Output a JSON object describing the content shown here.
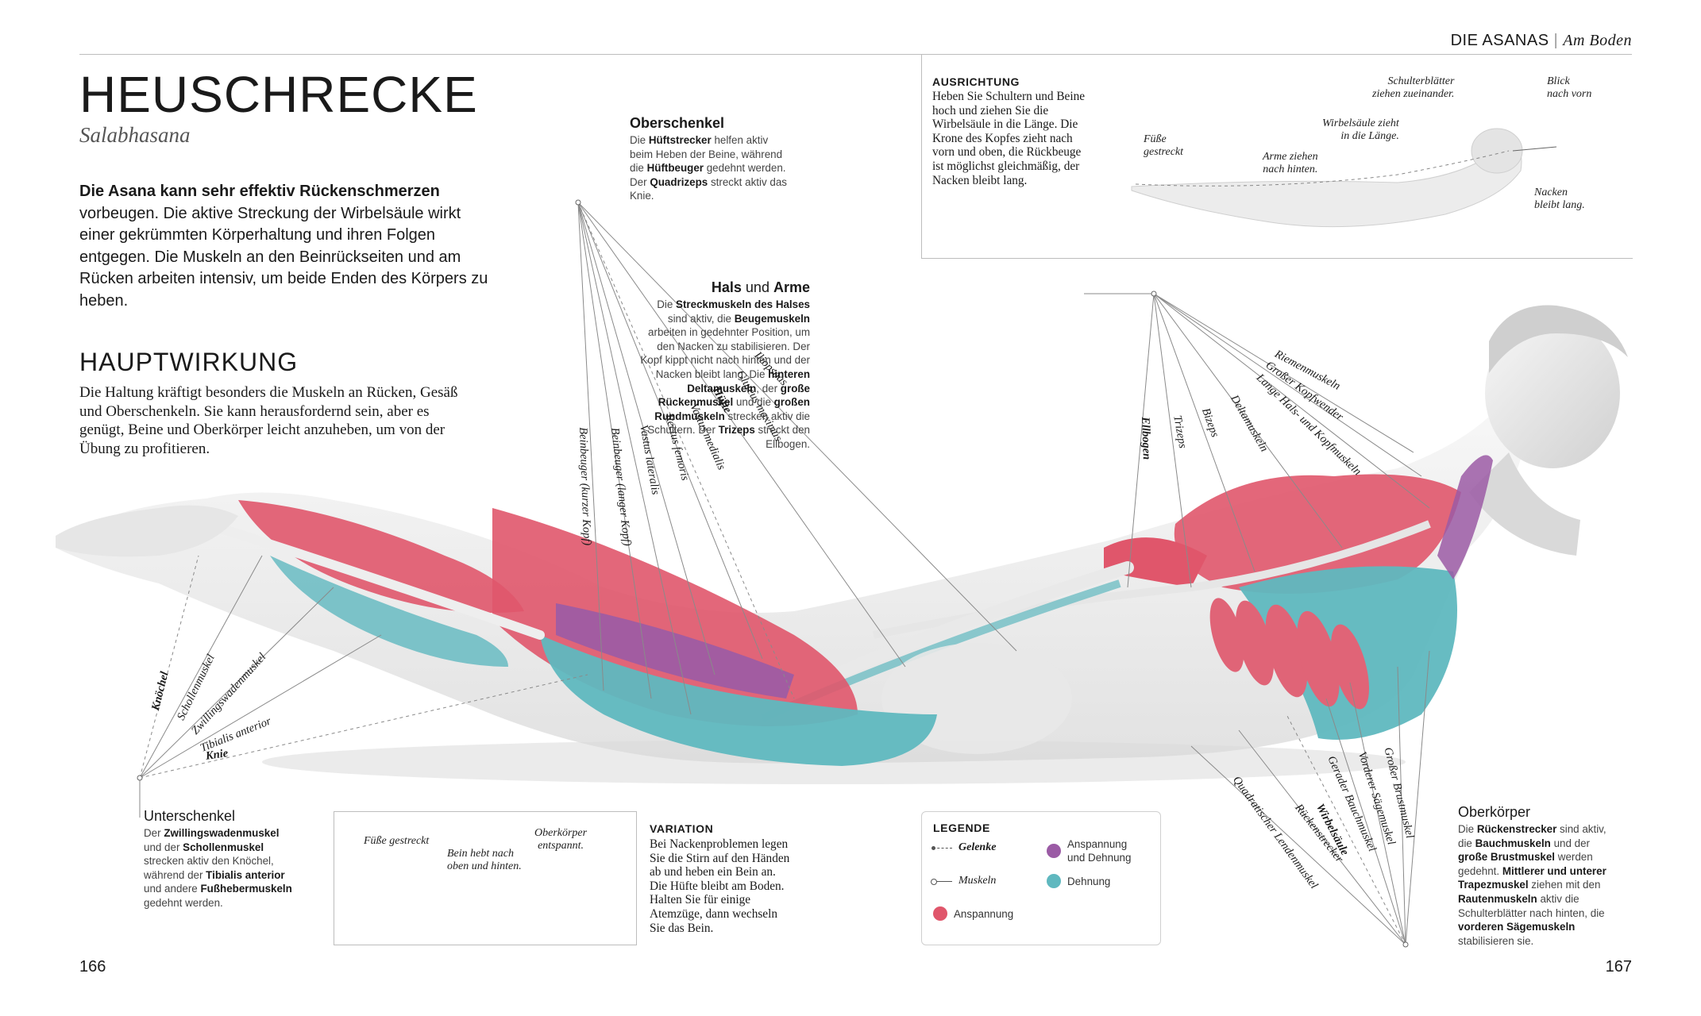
{
  "header": {
    "section": "DIE ASANAS",
    "section_sub": "Am Boden"
  },
  "title": "HEUSCHRECKE",
  "subtitle": "Salabhasana",
  "intro": {
    "bold": "Die Asana kann sehr effektiv Rückenschmerzen",
    "rest": "vorbeugen. Die aktive Streckung der Wirbelsäule wirkt einer gekrümmten Körperhaltung und ihren Folgen entgegen. Die Muskeln an den Beinrückseiten und am Rücken arbeiten intensiv, um beide Enden des Körpers zu heben."
  },
  "effect": {
    "heading": "HAUPTWIRKUNG",
    "text": "Die Haltung kräftigt besonders die Muskeln an Rücken, Gesäß und Oberschenkeln. Sie kann herausfordernd sein, aber es genügt, Beine und Oberkörper leicht anzuheben, um von der Übung zu profitieren."
  },
  "oberschenkel": {
    "heading": "Oberschenkel",
    "t1": "Die ",
    "b1": "Hüftstrecker",
    "t2": " helfen aktiv beim Heben der Beine, während die ",
    "b2": "Hüftbeuger",
    "t3": " gedehnt werden. Der ",
    "b3": "Quadrizeps",
    "t4": " streckt aktiv das Knie."
  },
  "hals_arme": {
    "heading_a": "Hals",
    "heading_mid": " und ",
    "heading_b": "Arme",
    "t1": "Die ",
    "b1": "Streckmuskeln des Halses",
    "t2": " sind aktiv, die ",
    "b2": "Beugemuskeln",
    "t3": " arbeiten in gedehnter Position, um den Nacken zu stabilisieren. Der Kopf kippt nicht nach hinten und der Nacken bleibt lang. Die ",
    "b3": "hinteren Deltamuskeln",
    "t4": ", der ",
    "b4": "große Rückenmuskel",
    "t5": " und die ",
    "b5": "großen Rundmuskeln",
    "t6": " strecken aktiv die Schultern. Der ",
    "b6": "Trizeps",
    "t7": " streckt den Ellbogen."
  },
  "unterschenkel": {
    "heading": "Unterschenkel",
    "t1": "Der ",
    "b1": "Zwillingswadenmuskel",
    "t2": " und der ",
    "b2": "Schollenmuskel",
    "t3": " strecken aktiv den Knöchel, während der ",
    "b3": "Tibialis anterior",
    "t4": " und andere ",
    "b4": "Fußhebermuskeln",
    "t5": " gedehnt werden."
  },
  "oberkoerper": {
    "heading": "Oberkörper",
    "t1": "Die ",
    "b1": "Rückenstrecker",
    "t2": " sind aktiv, die ",
    "b2": "Bauchmuskeln",
    "t3": " und der ",
    "b3": "große Brustmuskel",
    "t4": " werden gedehnt. ",
    "b4": "Mittlerer und unterer Trapezmuskel",
    "t5": " ziehen mit den ",
    "b5": "Rautenmuskeln",
    "t6": " aktiv die Schulterblätter nach hinten, die ",
    "b6": "vorderen Sägemuskeln",
    "t7": " stabilisieren sie."
  },
  "ausrichtung": {
    "heading": "AUSRICHTUNG",
    "text": "Heben Sie Schultern und Beine hoch und ziehen Sie die Wirbelsäule in die Länge. Die Krone des Kopfes zieht nach vorn und oben, die Rückbeuge ist möglichst gleichmäßig, der Nacken bleibt lang.",
    "labels": {
      "fuesse": [
        "Füße",
        "gestreckt"
      ],
      "arme": [
        "Arme ziehen",
        "nach hinten."
      ],
      "wirbel": [
        "Wirbelsäule zieht",
        "in die Länge."
      ],
      "schulter": [
        "Schulterblätter",
        "ziehen zueinander."
      ],
      "blick": [
        "Blick",
        "nach vorn"
      ],
      "nacken": [
        "Nacken",
        "bleibt lang."
      ]
    }
  },
  "variation": {
    "heading": "VARIATION",
    "text": "Bei Nackenproblemen legen Sie die Stirn auf den Händen ab und heben ein Bein an. Die Hüfte bleibt am Boden. Halten Sie für einige Atemzüge, dann wechseln Sie das Bein.",
    "labels": {
      "fuesse": "Füße gestreckt",
      "bein": [
        "Bein hebt nach",
        "oben und hinten."
      ],
      "oberkoerper": [
        "Oberkörper",
        "entspannt."
      ]
    }
  },
  "legend": {
    "heading": "LEGENDE",
    "gelenke": "Gelenke",
    "muskeln": "Muskeln",
    "anspannung": "Anspannung",
    "anspannung_dehnung": [
      "Anspannung",
      "und Dehnung"
    ],
    "dehnung": "Dehnung",
    "colors": {
      "tension": "#e0566b",
      "both": "#9b5ba5",
      "stretch": "#5fb8bf"
    }
  },
  "muscle_labels": {
    "iliopsoas": "Iliopsoas",
    "gluteus": "Gluteus maximus",
    "huefte": "Hüfte",
    "vastus_medialis": "Vastus medialis",
    "rectus": "Rectus femoris",
    "vastus_lateralis": "Vastus lateralis",
    "beinbeuger_lang": "Beinbeuger (langer Kopf)",
    "beinbeuger_kurz": "Beinbeuger (kurzer Kopf)",
    "knoechel": "Knöchel",
    "schollenmuskel": "Schollenmuskel",
    "zwillingswadenmuskel": "Zwillingswadenmuskel",
    "tibialis": "Tibialis anterior",
    "knie": "Knie",
    "ellbogen": "Ellbogen",
    "trizeps": "Trizeps",
    "bizeps": "Bizeps",
    "deltamuskeln": "Deltamuskeln",
    "lange_hals": "Lange Hals- und Kopfmuskeln",
    "kopfwender": "Großer Kopfwender",
    "riemenmuskeln": "Riemenmuskeln",
    "grosser_brustmuskel": "Großer Brustmuskel",
    "vorderer_saege": "Vorderer Sägemuskel",
    "gerader_bauch": "Gerader Bauchmuskel",
    "wirbelsaeule": "Wirbelsäule",
    "rueckenstrecker": "Rückenstrecker",
    "quadratischer": "Quadratischer Lendenmuskel"
  },
  "pages": {
    "left": "166",
    "right": "167"
  }
}
